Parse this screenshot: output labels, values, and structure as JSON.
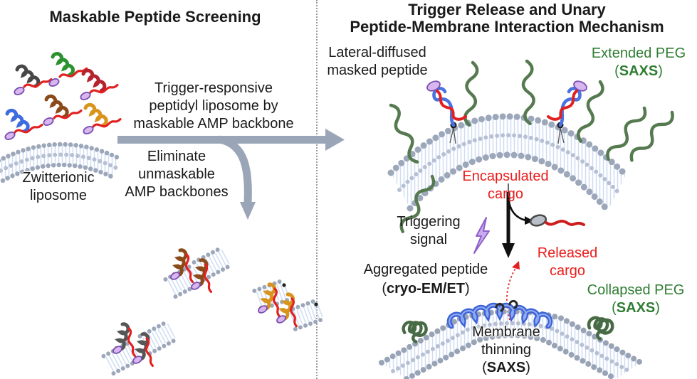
{
  "figure": {
    "left": {
      "title": "Maskable Peptide Screening",
      "liposome_label": [
        "Zwitterionic",
        "liposome"
      ],
      "arrow_label_top": [
        "Trigger-responsive",
        "peptidyl liposome by",
        "maskable AMP backbone"
      ],
      "arrow_label_bottom": [
        "Eliminate",
        "unmaskable",
        "AMP backbones"
      ]
    },
    "right": {
      "title": [
        "Trigger Release and Unary",
        "Peptide-Membrane Interaction Mechanism"
      ],
      "masked_peptide_label": [
        "Lateral-diffused",
        "masked peptide"
      ],
      "extended_peg": {
        "label": "Extended PEG",
        "open": "(",
        "method": "SAXS",
        "close": ")"
      },
      "encapsulated_cargo": [
        "Encapsulated",
        "cargo"
      ],
      "triggering_signal": [
        "Triggering",
        "signal"
      ],
      "released_cargo": [
        "Released",
        "cargo"
      ],
      "aggregated_peptide": {
        "label": "Aggregated peptide",
        "open": "(",
        "method": "cryo-EM/ET",
        "close": ")"
      },
      "collapsed_peg": {
        "label": "Collapsed PEG",
        "open": "(",
        "method": "SAXS",
        "close": ")"
      },
      "membrane_thinning": {
        "line1": "Membrane",
        "line2": "thinning",
        "open": "(",
        "method": "SAXS",
        "close": ")"
      }
    },
    "colors": {
      "text": "#1a1a1a",
      "red_label": "#ea1c1c",
      "green_label": "#2e7d32",
      "arrow_gray": "#9aa5b8",
      "membrane_bead": "#9ca7ba",
      "lipid_tail": "#cfdcf2",
      "peg_green": "#567a50",
      "masked_peptide_blue": "#4a72e0",
      "helix_blue": "#3d63d6",
      "cargo_red": "#cc1c1c",
      "mask_purple": "#d8b6ef",
      "bolt_purple": "#cbaaf2"
    },
    "icons": [
      "peptide-coil-icon",
      "liposome-membrane-icon",
      "peg-chain-icon",
      "lightning-bolt-icon",
      "lipid-anchor-icon",
      "cargo-capsule-icon",
      "masking-group-icon",
      "arrow-icon"
    ]
  }
}
